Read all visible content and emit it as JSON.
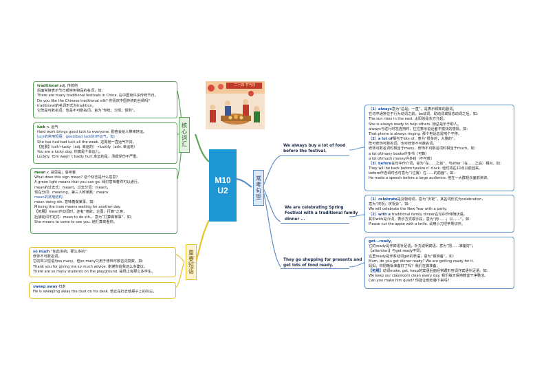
{
  "central": {
    "lines": [
      "M10",
      "U2"
    ]
  },
  "branches": {
    "core_words": "核心词汇",
    "key_phrases": "重要短语",
    "common_sentences": "常考句型"
  },
  "illustration": {
    "banner": "二十四 节气日"
  },
  "words": {
    "traditional": {
      "head": "traditional",
      "head_rest": " adj. 传统的",
      "lines": [
        "后面常接表示节日或特色物品的名词，如：",
        "There are many traditional festivals in China.  在中国有许多传统节日。",
        "Do you like the Chinese traditional silk?      你喜欢中国传统的丝绸吗？",
        "traditional的名词形式为tradition，",
        "它既是可数名词，也是不可数名词，意为“传统；习惯；惯例”。"
      ]
    },
    "luck": {
      "head": "luck",
      "head_rest": "  n. 运气",
      "lines": [
        "Hard work brings good luck to everyone.  勤奋会给人带来好运。",
        "luck的常用短语：good/bad luck好/坏运气，如：",
        "She has had bad luck all the week. 这周她一直运气不好。",
        "【拓展】luck→lucky（adj. 幸运的）→luckily（adv. 幸运地）",
        "You are a lucky dog. 你真是个幸运儿。",
        "Luckily, Tom wasn’ t badly hurt.幸运的是，汤姆受伤不严重。"
      ]
    },
    "mean": {
      "head": "mean",
      "head_rest": "  v. 意思是；意味着",
      "lines": [
        "What does this sign mean?           这个标志是什么意思？",
        "A green light means that you can go.  绿灯意味着你可以通行。",
        "mean的过去式：meant，过去分词：meant，",
        "现在分词：meaning，第三人称单数：means",
        "mean的常用结构：",
        "mean doing sth. 意味着做某事，如：",
        "Missing the train means waiting for another day.",
        "【拓展】mean作动词时，还有“意欲；企图；打算”之意，",
        "后接动词不定式：mean to do sth.，意为“打算做某事”，如：",
        "She means to come to see you.     她打算来看你。"
      ]
    }
  },
  "phrases": {
    "so_much": {
      "head": "so much",
      "head_rest": "  “如此多的；那么多的”",
      "lines": [
        "修饰不可数名词。",
        "它的同义短语为so many，但so many只用于修饰可数名词复数。如：",
        "Thank you for giving me so much advice.       谢谢你给我这么多建议。",
        "There are so many students on the playground.    操场上有那么多学生。"
      ]
    },
    "sweep_away": {
      "head": "sweep away",
      "head_rest": "  扫走",
      "lines": [
        "He is sweeping away the dust on his desk.   他正在扫去他桌子上的灰尘。"
      ]
    }
  },
  "sentences": {
    "s1": {
      "text": [
        "We always buy a lot of food",
        "before the festival."
      ]
    },
    "s2": {
      "text": [
        "We are celebrating Spring",
        "Festival with a traditional family",
        "dinner ..."
      ]
    },
    "s3": {
      "text": [
        "They go shopping for presents and",
        "get lots of food ready."
      ]
    }
  },
  "notes": {
    "n1": {
      "lines": [
        {
          "b": "（1）always",
          "t": "意为“总是；一直”，是表示频率的副词。"
        },
        {
          "b": "",
          "t": "在句中通常位于行为动词之前，be动词、助动词或情态动词之后。如："
        },
        {
          "b": "",
          "t": "The sun rises in the east.          太阳总是东方升起。"
        },
        {
          "b": "",
          "t": "She is always ready to help others.  她总是乐于助人。"
        },
        {
          "b": "",
          "t": "always与进行时态连用时，往往表示说话者不愉快的感情。如："
        },
        {
          "b": "",
          "t": "That phone is always ringing. 那个电话总是响个不停。"
        },
        {
          "b": "（2）a lot of",
          "t": "相当于lots of，意为“很多的；大量的”，"
        },
        {
          "b": "",
          "t": "既可修饰可数名词，也可修饰不可数名词。"
        },
        {
          "b": "",
          "t": "修饰可数名词时相当于many，修饰不可数名词时相当于much。如："
        },
        {
          "b": "",
          "t": "a lot of/many books许多书（可数）"
        },
        {
          "b": "",
          "t": "a lot of/much money许多钱（不可数）"
        },
        {
          "b": "（3）before",
          "t": "在句中作介词，意为“在……之前”，与after（在……之后）相对。如："
        },
        {
          "b": "",
          "t": "They will be back before twelve o’ clock.  他们将在12点以前回来。"
        },
        {
          "b": "",
          "t": "before作连词时也可意为“（位置）在……的前面”，如："
        },
        {
          "b": "",
          "t": "He made a speech before a large audience.   他在一大群观众面前演讲。"
        }
      ]
    },
    "n2": {
      "lines": [
        {
          "b": "（1）celebrate",
          "t": "是及物动词，意为“庆祝”，其名词形式为celebration，"
        },
        {
          "b": "",
          "t": "意为“庆祝；庆祝会”。如："
        },
        {
          "b": "",
          "t": "We will celebrate the New Year with a party."
        },
        {
          "b": "（2）with a",
          "t": " traditional family dinner在句中作伴随状语，"
        },
        {
          "b": "",
          "t": "其中with是介词，表示方式或手段，意为“用……；以……”。如："
        },
        {
          "b": "",
          "t": "Please cut the apple with a knife.   请用小刀把苹果切开。"
        }
      ]
    },
    "n3": {
      "lines": [
        {
          "b": "get...ready",
          "t": "。"
        },
        {
          "b": "",
          "t": "它的ready是作宾语补足语，补充说明宾语，意为“把……准备好”；"
        },
        {
          "b": "",
          "t": "【attention】与get ready不同，"
        },
        {
          "b": "",
          "t": "这里ready是作系动词get的表语，意为“做准备”，如："
        },
        {
          "b": "",
          "t": "Mum, do you get dinner ready? We are getting ready for it."
        },
        {
          "b": "",
          "t": "妈妈，你把晚饭准备好了吗？我们在做准备。"
        },
        {
          "b": "【拓展】",
          "t": "动词make, get, keep的宾语后面经常跟形容词作宾语补足语。如："
        },
        {
          "b": "",
          "t": "We keep our classroom clean every day. 我们每天保持教室干净整洁。"
        },
        {
          "b": "",
          "t": "Can you make him quiet?      你能让他安静下来吗？"
        }
      ]
    }
  },
  "colors": {
    "green": "#5aa55a",
    "yellow": "#e8c22a",
    "blue": "#5b8fc9",
    "center": "#1f97d4"
  }
}
